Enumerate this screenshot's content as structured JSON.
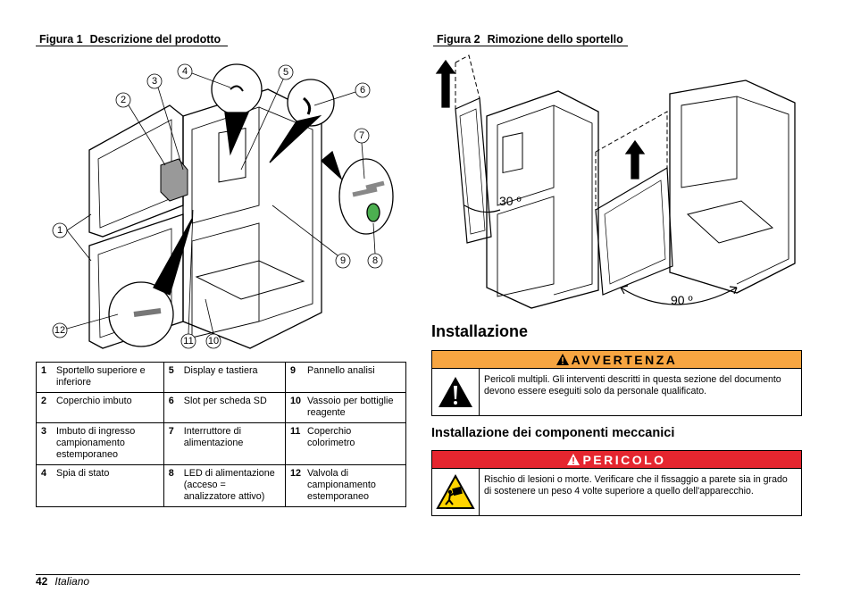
{
  "figure1": {
    "label": "Figura 1",
    "title": "Descrizione del prodotto",
    "callouts": [
      "1",
      "2",
      "3",
      "4",
      "5",
      "6",
      "7",
      "8",
      "9",
      "10",
      "11",
      "12"
    ]
  },
  "figure2": {
    "label": "Figura 2",
    "title": "Rimozione dello sportello",
    "angle_small": "30 º",
    "angle_large": "90 º"
  },
  "legend": [
    [
      {
        "n": "1",
        "t": "Sportello superiore e inferiore"
      },
      {
        "n": "5",
        "t": "Display e tastiera"
      },
      {
        "n": "9",
        "t": "Pannello analisi"
      }
    ],
    [
      {
        "n": "2",
        "t": "Coperchio imbuto"
      },
      {
        "n": "6",
        "t": "Slot per scheda SD"
      },
      {
        "n": "10",
        "t": "Vassoio per bottiglie reagente"
      }
    ],
    [
      {
        "n": "3",
        "t": "Imbuto di ingresso campionamento estemporaneo"
      },
      {
        "n": "7",
        "t": "Interruttore di alimentazione"
      },
      {
        "n": "11",
        "t": "Coperchio colorimetro"
      }
    ],
    [
      {
        "n": "4",
        "t": "Spia di stato"
      },
      {
        "n": "8",
        "t": "LED di alimentazione (acceso = analizzatore attivo)"
      },
      {
        "n": "12",
        "t": "Valvola di campionamento estemporaneo"
      }
    ]
  ],
  "section_title": "Installazione",
  "warning": {
    "header": "AVVERTENZA",
    "text": "Pericoli multipli. Gli interventi descritti in questa sezione del documento devono essere eseguiti solo da personale qualificato.",
    "color": "#f7a541"
  },
  "subsection_title": "Installazione dei componenti meccanici",
  "danger": {
    "header": "PERICOLO",
    "text": "Rischio di lesioni o morte. Verificare che il fissaggio a parete sia in grado di sostenere un peso 4 volte superiore a quello dell'apparecchio.",
    "color": "#e5262f"
  },
  "footer": {
    "page": "42",
    "language": "Italiano"
  }
}
